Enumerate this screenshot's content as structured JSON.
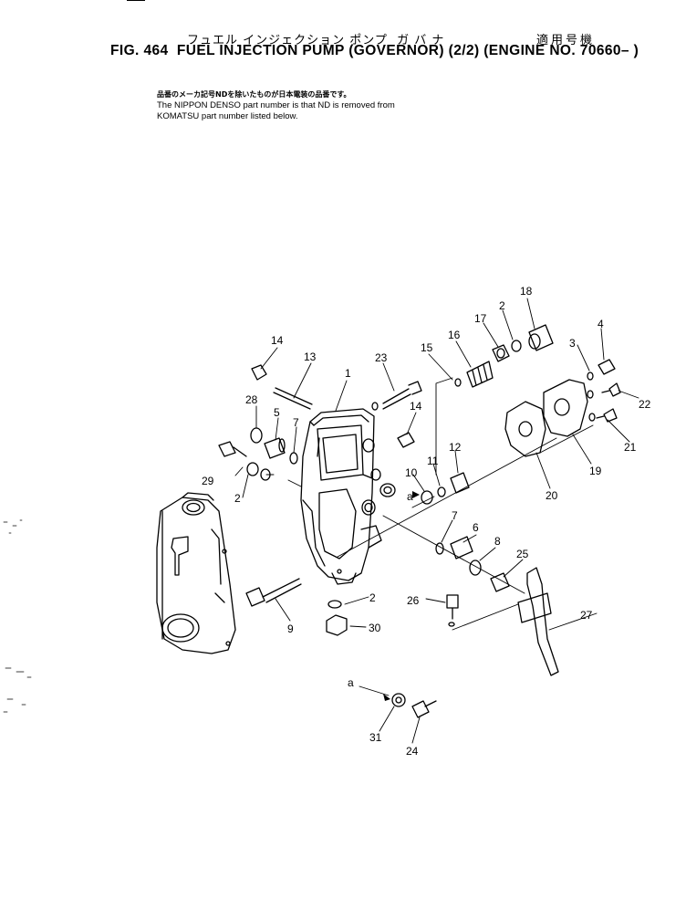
{
  "header": {
    "jp_title": "フュエル インジェクション ポンプ  ガ バ ナ",
    "jp_model": "適用号機",
    "fig_title": "FIG. 464  FUEL INJECTION PUMP (GOVERNOR) (2/2) (ENGINE NO. 70660– )"
  },
  "notes": {
    "jp": "品番のメーカ記号NDを除いたものが日本電装の品番です。",
    "line1": "The NIPPON DENSO part number is that ND is removed from",
    "line2": "KOMATSU part number listed below."
  },
  "callouts": {
    "c1": "1",
    "c2a": "2",
    "c2b": "2",
    "c2c": "2",
    "c3": "3",
    "c4": "4",
    "c5": "5",
    "c6": "6",
    "c7a": "7",
    "c7b": "7",
    "c8": "8",
    "c9": "9",
    "c10": "10",
    "c11": "11",
    "c12": "12",
    "c13": "13",
    "c14a": "14",
    "c14b": "14",
    "c15": "15",
    "c16": "16",
    "c17": "17",
    "c18": "18",
    "c19": "19",
    "c20": "20",
    "c21": "21",
    "c22": "22",
    "c23": "23",
    "c24": "24",
    "c25": "25",
    "c26": "26",
    "c27": "27",
    "c28": "28",
    "c29": "29",
    "c30": "30",
    "c31": "31",
    "ref_a1": "a",
    "ref_a2": "a"
  }
}
